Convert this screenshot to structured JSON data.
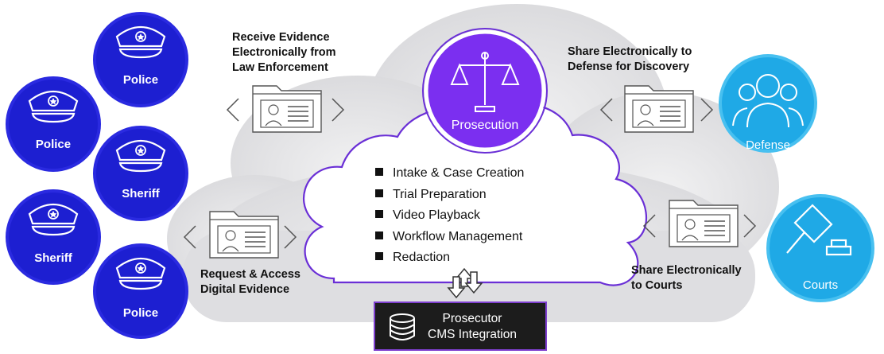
{
  "agencies": [
    {
      "label": "Police"
    },
    {
      "label": "Police"
    },
    {
      "label": "Sheriff"
    },
    {
      "label": "Sheriff"
    },
    {
      "label": "Police"
    }
  ],
  "hub": {
    "label": "Prosecution",
    "features": [
      "Intake & Case Creation",
      "Trial Preparation",
      "Video Playback",
      "Workflow Management",
      "Redaction"
    ]
  },
  "destinations": {
    "defense": "Defense",
    "courts": "Courts"
  },
  "flows": {
    "receive": [
      "Receive Evidence",
      "Electronically from",
      "Law Enforcement"
    ],
    "request": [
      "Request & Access",
      "Digital Evidence"
    ],
    "share_defense": [
      "Share Electronically to",
      "Defense for Discovery"
    ],
    "share_courts": [
      "Share Electronically",
      "to Courts"
    ]
  },
  "integration": [
    "Prosecutor",
    "CMS Integration"
  ],
  "colors": {
    "agency_blue": "#1d1fd1",
    "prosecution_purple": "#7b2ff0",
    "partner_cyan": "#1fa9e6",
    "cloud_gray": "#e6e6e8",
    "inner_outline": "#6a2fd6",
    "cms_dark": "#1c1c1c"
  }
}
